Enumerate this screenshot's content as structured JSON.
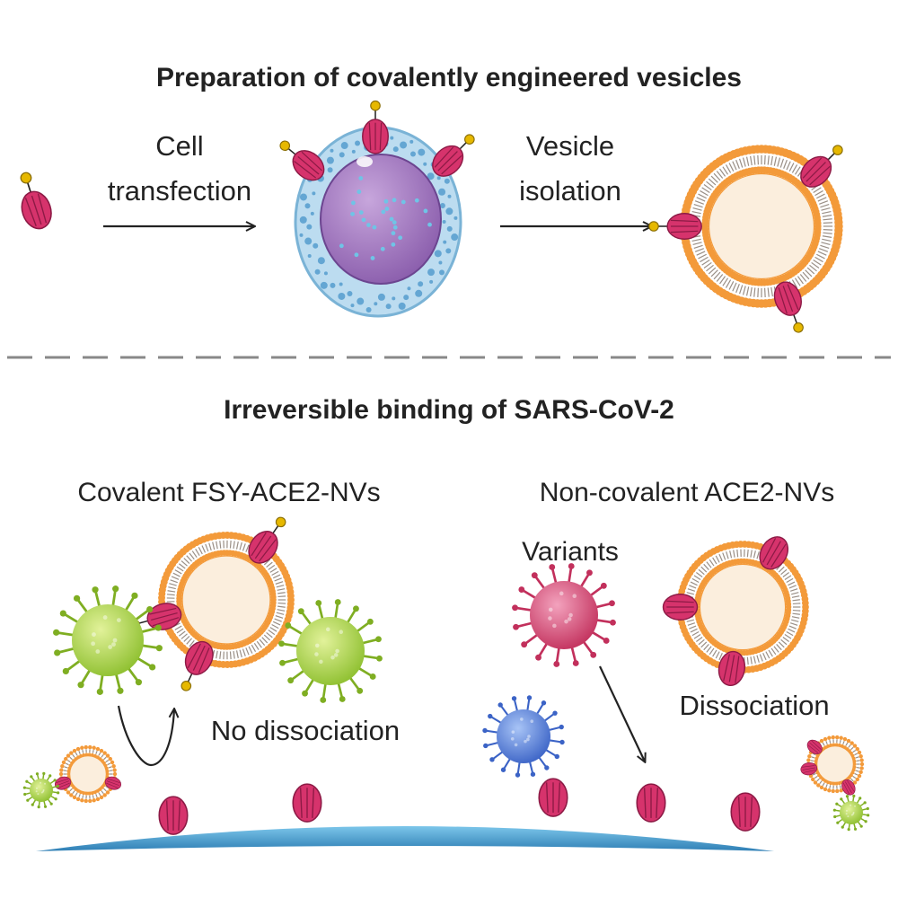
{
  "section1": {
    "title": "Preparation of covalently engineered vesicles",
    "step1_line1": "Cell",
    "step1_line2": "transfection",
    "step2_line1": "Vesicle",
    "step2_line2": "isolation"
  },
  "section2": {
    "title": "Irreversible binding of SARS-CoV-2",
    "left_heading": "Covalent FSY-ACE2-NVs",
    "right_heading": "Non-covalent ACE2-NVs",
    "variants_label": "Variants",
    "no_dissociation_label": "No dissociation",
    "dissociation_label": "Dissociation"
  },
  "colors": {
    "ace2_receptor": "#d6336c",
    "fsy_tag": "#e6b800",
    "vesicle_membrane": "#f39a3a",
    "vesicle_lumen": "#fbeedd",
    "cell_cytoplasm": "#bcdcf0",
    "cell_nucleus": "#9a6fb8",
    "virus_green": "#9ccc3c",
    "virus_red": "#d2456e",
    "virus_blue": "#4a78d6",
    "cell_surface": "#4ea6d2",
    "divider": "#888888"
  }
}
